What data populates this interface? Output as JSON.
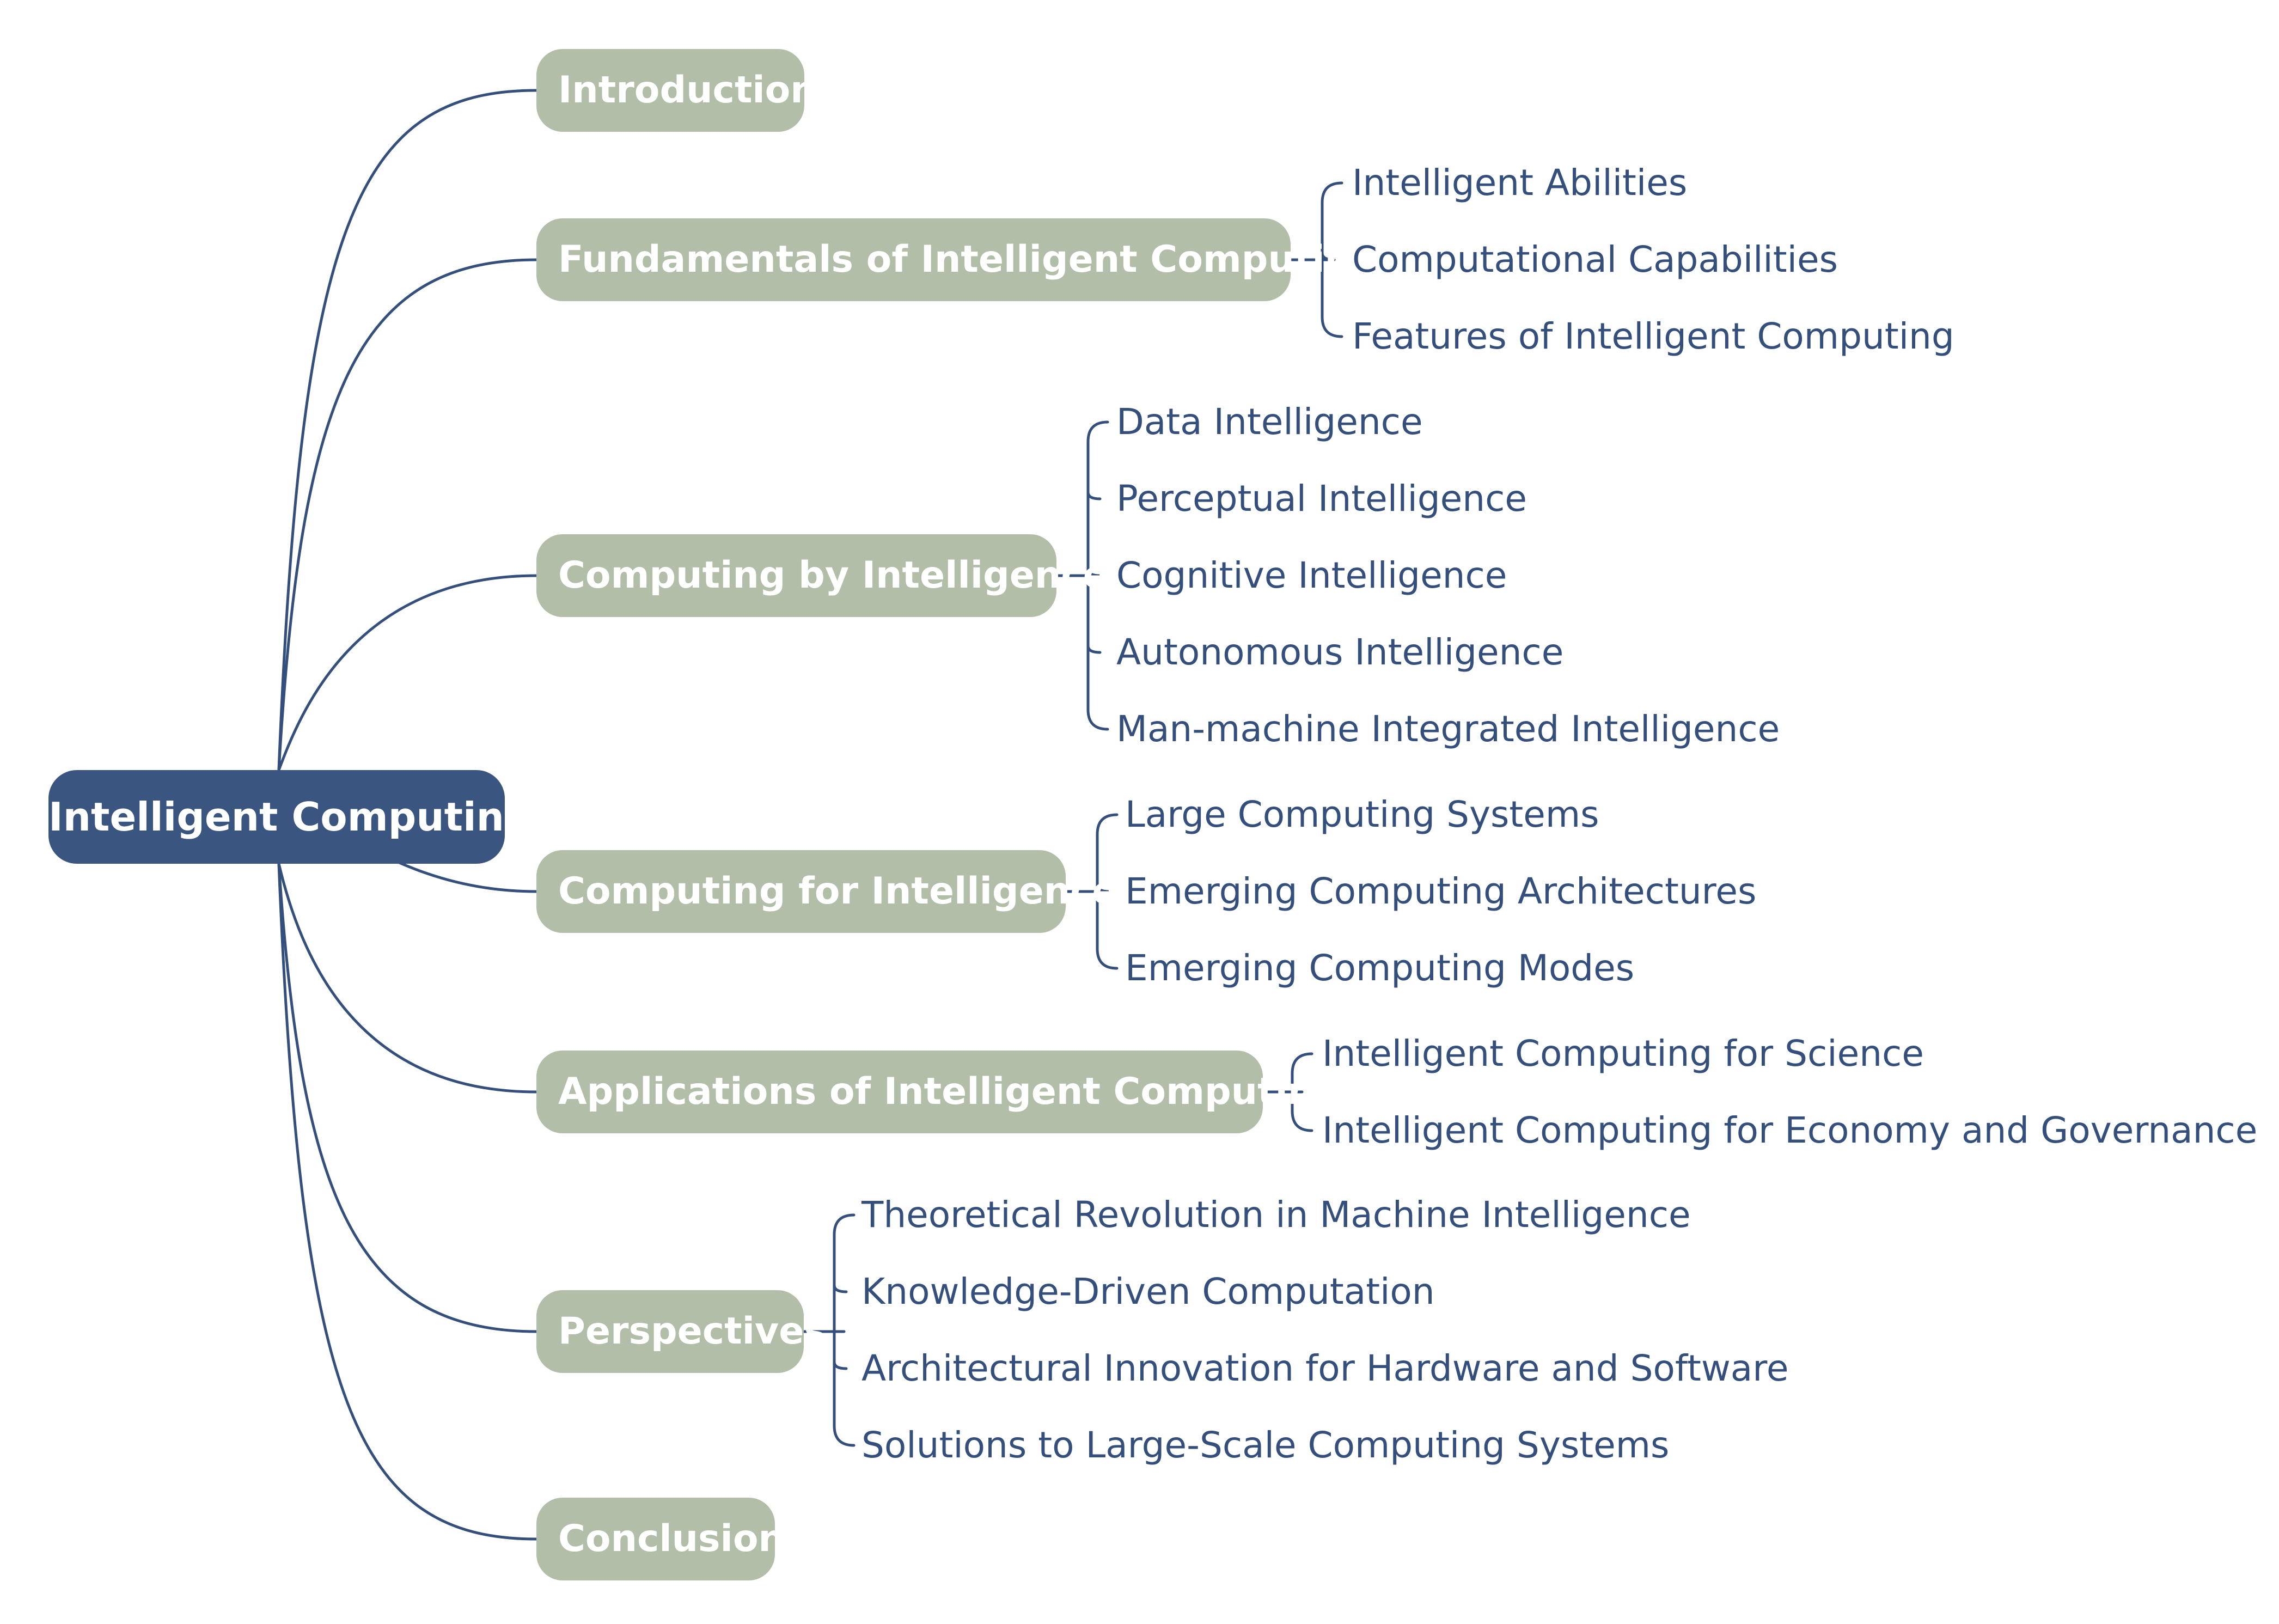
{
  "mindmap": {
    "root": {
      "label": "Intelligent Computing"
    },
    "colors": {
      "root_fill": "#3a557f",
      "branch_fill": "#b3bea9",
      "line": "#344f7c",
      "leaf_text": "#344f7c"
    },
    "branches": [
      {
        "label": "Introduction",
        "children": []
      },
      {
        "label": "Fundamentals of Intelligent Computing",
        "children": [
          "Intelligent Abilities",
          "Computational Capabilities",
          "Features of Intelligent Computing"
        ]
      },
      {
        "label": "Computing by Intelligence",
        "children": [
          "Data Intelligence",
          "Perceptual Intelligence",
          "Cognitive Intelligence",
          "Autonomous Intelligence",
          "Man-machine Integrated Intelligence"
        ]
      },
      {
        "label": "Computing for Intelligence",
        "children": [
          "Large Computing Systems",
          "Emerging Computing Architectures",
          "Emerging Computing Modes"
        ]
      },
      {
        "label": "Applications of Intelligent Computing",
        "children": [
          "Intelligent Computing for Science",
          "Intelligent Computing for Economy and Governance"
        ]
      },
      {
        "label": "Perspectives",
        "children": [
          "Theoretical Revolution in Machine Intelligence",
          "Knowledge-Driven Computation",
          "Architectural Innovation for Hardware and Software",
          "Solutions to Large-Scale Computing Systems"
        ]
      },
      {
        "label": "Conclusion",
        "children": []
      }
    ]
  }
}
